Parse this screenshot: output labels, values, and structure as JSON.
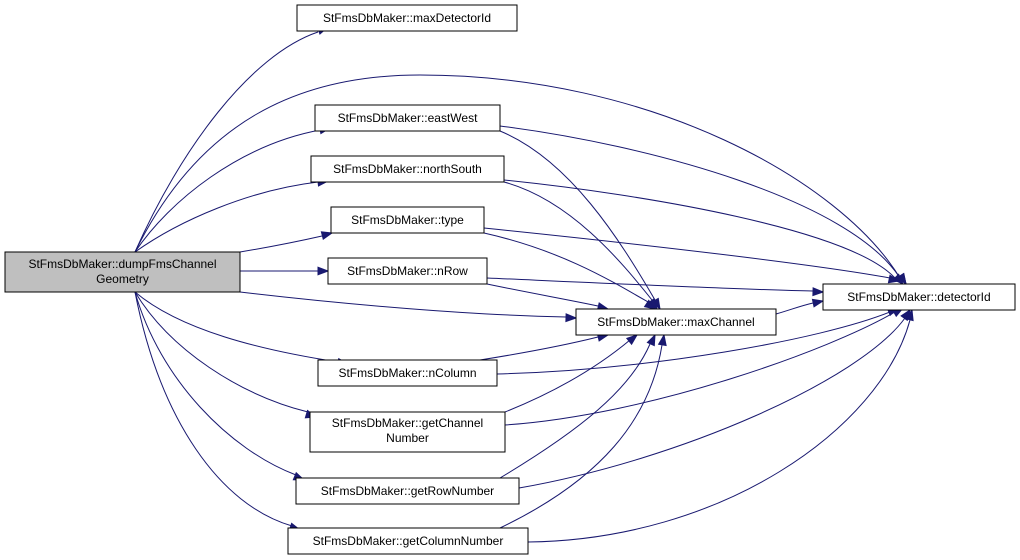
{
  "colors": {
    "edge": "#191970",
    "root_fill": "#bfbfbf",
    "node_fill": "#ffffff",
    "node_border": "#000000"
  },
  "nodes": {
    "root": {
      "lines": [
        "StFmsDbMaker::dumpFmsChannel",
        "Geometry"
      ]
    },
    "maxDetectorId": {
      "lines": [
        "StFmsDbMaker::maxDetectorId"
      ]
    },
    "eastWest": {
      "lines": [
        "StFmsDbMaker::eastWest"
      ]
    },
    "northSouth": {
      "lines": [
        "StFmsDbMaker::northSouth"
      ]
    },
    "type": {
      "lines": [
        "StFmsDbMaker::type"
      ]
    },
    "nRow": {
      "lines": [
        "StFmsDbMaker::nRow"
      ]
    },
    "nColumn": {
      "lines": [
        "StFmsDbMaker::nColumn"
      ]
    },
    "getChannelNumber": {
      "lines": [
        "StFmsDbMaker::getChannel",
        "Number"
      ]
    },
    "getRowNumber": {
      "lines": [
        "StFmsDbMaker::getRowNumber"
      ]
    },
    "getColumnNumber": {
      "lines": [
        "StFmsDbMaker::getColumnNumber"
      ]
    },
    "maxChannel": {
      "lines": [
        "StFmsDbMaker::maxChannel"
      ]
    },
    "detectorId": {
      "lines": [
        "StFmsDbMaker::detectorId"
      ]
    }
  },
  "edges": [
    [
      "root",
      "maxDetectorId"
    ],
    [
      "root",
      "detectorId"
    ],
    [
      "root",
      "eastWest"
    ],
    [
      "root",
      "northSouth"
    ],
    [
      "root",
      "type"
    ],
    [
      "root",
      "nRow"
    ],
    [
      "root",
      "maxChannel"
    ],
    [
      "root",
      "nColumn"
    ],
    [
      "root",
      "getChannelNumber"
    ],
    [
      "root",
      "getRowNumber"
    ],
    [
      "root",
      "getColumnNumber"
    ],
    [
      "eastWest",
      "detectorId"
    ],
    [
      "eastWest",
      "maxChannel"
    ],
    [
      "northSouth",
      "detectorId"
    ],
    [
      "northSouth",
      "maxChannel"
    ],
    [
      "type",
      "detectorId"
    ],
    [
      "type",
      "maxChannel"
    ],
    [
      "nRow",
      "detectorId"
    ],
    [
      "nRow",
      "maxChannel"
    ],
    [
      "nColumn",
      "maxChannel"
    ],
    [
      "nColumn",
      "detectorId"
    ],
    [
      "getChannelNumber",
      "maxChannel"
    ],
    [
      "getChannelNumber",
      "detectorId"
    ],
    [
      "getRowNumber",
      "maxChannel"
    ],
    [
      "getRowNumber",
      "detectorId"
    ],
    [
      "getColumnNumber",
      "maxChannel"
    ],
    [
      "getColumnNumber",
      "detectorId"
    ],
    [
      "maxChannel",
      "detectorId"
    ]
  ]
}
